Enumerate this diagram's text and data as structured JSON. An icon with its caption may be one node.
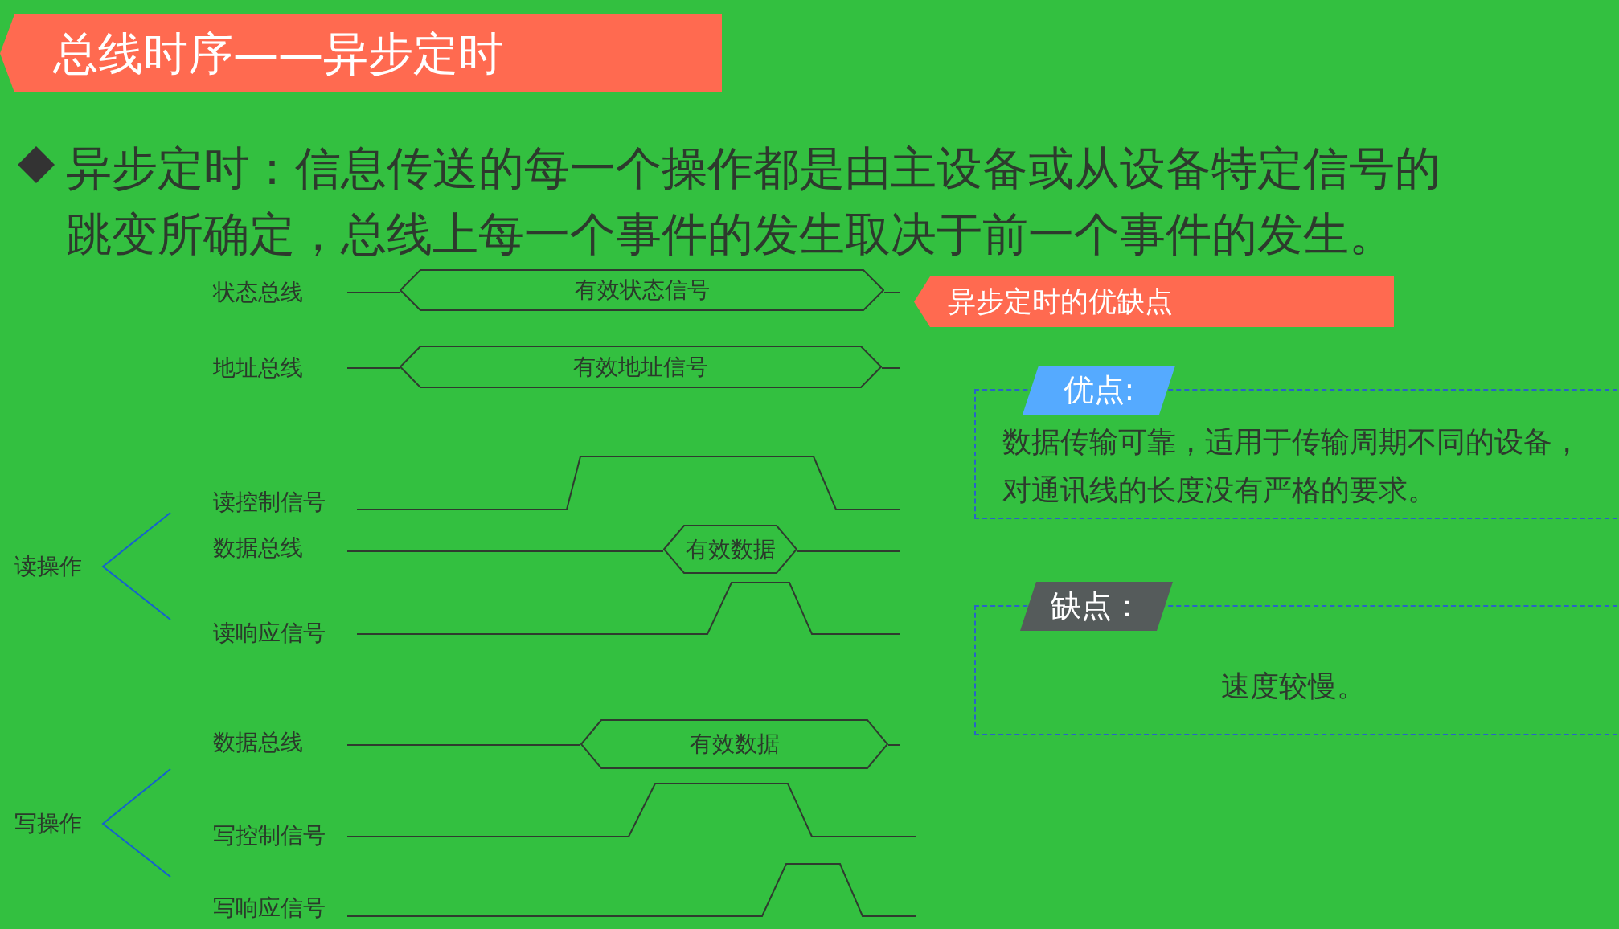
{
  "diagram": {
    "title": "总线时序——异步定时",
    "nodes": [
      {
        "text": [
          "有效状态信号"
        ]
      },
      {
        "text": [
          "有效地址信号"
        ]
      },
      {
        "text": [
          "有效数据"
        ]
      },
      {
        "text": [
          "有效数据"
        ]
      },
      {
        "text": [
          "异步定时的优缺点"
        ]
      },
      {
        "text": [
          "优点:",
          "数据传输可靠，适用于传输周期不同的设备，",
          "对通讯线的长度没有严格的要求。"
        ]
      },
      {
        "text": [
          "缺点：",
          "速度较慢。"
        ]
      }
    ],
    "labels": [
      "异步定时：信息传送的每一个操作都是由主设备或从设备特定信号的跳变所确定，总线上每一个事件的发生取决于前一个事件的发生。",
      "状态总线",
      "地址总线",
      "读控制信号",
      "数据总线",
      "读操作",
      "读响应信号",
      "数据总线",
      "写操作",
      "写控制信号",
      "写响应信号"
    ]
  }
}
